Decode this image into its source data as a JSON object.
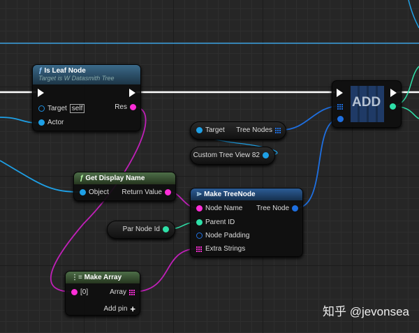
{
  "nodes": {
    "is_leaf": {
      "title": "Is Leaf Node",
      "subtitle": "Target is W Datasmith Tree",
      "target": "Target",
      "self": "self",
      "actor": "Actor",
      "res": "Res",
      "icon": "function-icon"
    },
    "get_display": {
      "title": "Get Display Name",
      "object": "Object",
      "return": "Return Value",
      "icon": "function-icon"
    },
    "make_tree": {
      "title": "Make TreeNode",
      "node_name": "Node Name",
      "parent_id": "Parent ID",
      "node_padding": "Node Padding",
      "extra_strings": "Extra Strings",
      "tree_node": "Tree Node",
      "icon": "make-struct-icon"
    },
    "make_array": {
      "title": "Make Array",
      "idx": "[0]",
      "array": "Array",
      "add_pin": "Add pin",
      "icon": "make-array-icon"
    },
    "add": {
      "title": "ADD"
    },
    "tree_nodes_get": {
      "target": "Target",
      "tree_nodes": "Tree Nodes"
    },
    "custom_tree": {
      "label": "Custom Tree View 82"
    },
    "par_node": {
      "label": "Par Node Id"
    }
  },
  "colors": {
    "exec": "#ffffff",
    "object": "#1ea0e6",
    "string": "#ff2ed8",
    "int": "#2ee0a8",
    "struct": "#1e6fe0"
  },
  "watermark": "知乎 @jevonsea"
}
